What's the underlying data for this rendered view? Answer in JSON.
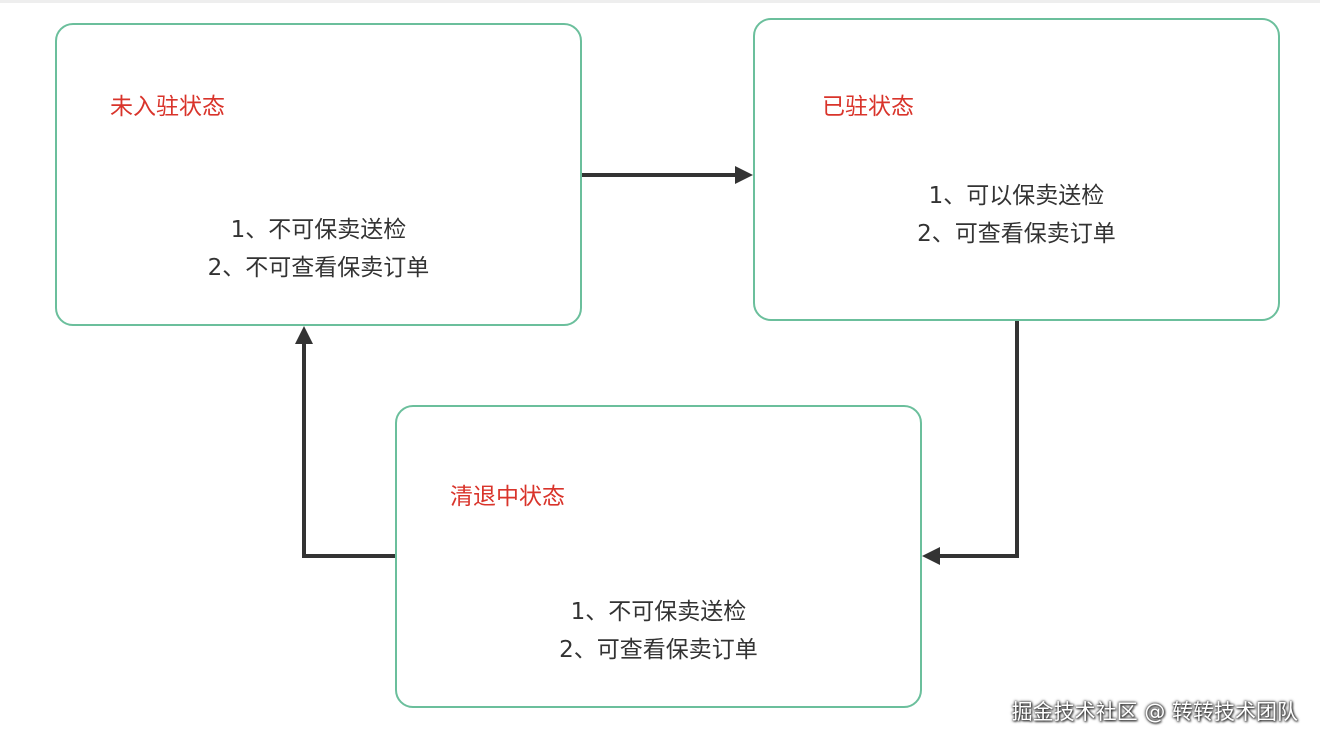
{
  "diagram": {
    "states": [
      {
        "title": "未入驻状态",
        "lines": [
          "1、不可保卖送检",
          "2、不可查看保卖订单"
        ]
      },
      {
        "title": "已驻状态",
        "lines": [
          "1、可以保卖送检",
          "2、可查看保卖订单"
        ]
      },
      {
        "title": "清退中状态",
        "lines": [
          "1、不可保卖送检",
          "2、可查看保卖订单"
        ]
      }
    ],
    "colors": {
      "box_border": "#6bbf9c",
      "title": "#d9342b",
      "text": "#333333",
      "arrow": "#333333"
    }
  },
  "watermark": "掘金技术社区 @ 转转技术团队"
}
